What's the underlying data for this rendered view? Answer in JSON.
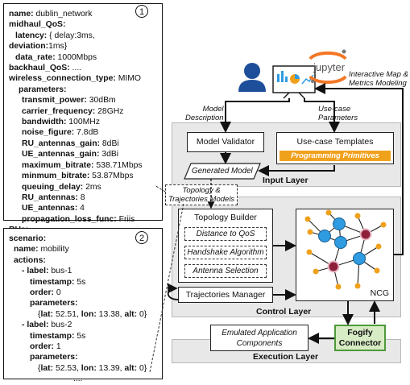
{
  "config1": {
    "badge": "1",
    "lines": [
      {
        "k": "name:",
        "v": " dublin_network",
        "indent": 0
      },
      {
        "k": "midhaul_QoS:",
        "v": "",
        "indent": 0
      },
      {
        "k": "latency:",
        "v": " { delay:3ms,",
        "indent": 8
      },
      {
        "k": "deviation:",
        "v": "1ms}",
        "indent": 0
      },
      {
        "k": "data_rate:",
        "v": " 1000Mbps",
        "indent": 8
      },
      {
        "k": "backhaul_QoS:",
        "v": " ....",
        "indent": 0
      },
      {
        "k": "wireless_connection_type:",
        "v": " MIMO",
        "indent": 0
      },
      {
        "k": "parameters:",
        "v": "",
        "indent": 12
      },
      {
        "k": "transmit_power:",
        "v": " 30dBm",
        "indent": 16
      },
      {
        "k": "carrier_frequency:",
        "v": " 28GHz",
        "indent": 16
      },
      {
        "k": "bandwidth:",
        "v": " 100MHz",
        "indent": 16
      },
      {
        "k": "noise_figure:",
        "v": " 7.8dB",
        "indent": 16
      },
      {
        "k": "RU_antennas_gain:",
        "v": " 8dBi",
        "indent": 16
      },
      {
        "k": "UE_antennas_gain:",
        "v": " 3dBi",
        "indent": 16
      },
      {
        "k": "maximum_bitrate:",
        "v": " 538.71Mbps",
        "indent": 16
      },
      {
        "k": "minmum_bitrate:",
        "v": " 53.87Mbps",
        "indent": 16
      },
      {
        "k": "queuing_delay:",
        "v": " 2ms",
        "indent": 16
      },
      {
        "k": "RU_antennas:",
        "v": " 8",
        "indent": 16
      },
      {
        "k": "UE_antennas:",
        "v": " 4",
        "indent": 16
      },
      {
        "k": "propagation_loss_func:",
        "v": " Friis",
        "indent": 16
      },
      {
        "k": "RUs:",
        "v": " ...",
        "indent": 0
      }
    ]
  },
  "config2": {
    "badge": "2",
    "lines": [
      {
        "k": "scenario:",
        "v": "",
        "indent": 0
      },
      {
        "k": "name:",
        "v": " mobility",
        "indent": 6
      },
      {
        "k": "actions:",
        "v": "",
        "indent": 6
      },
      {
        "k": "- label:",
        "v": " bus-1",
        "indent": 16
      },
      {
        "k": "timestamp:",
        "v": " 5s",
        "indent": 26
      },
      {
        "k": "order:",
        "v": " 0",
        "indent": 26
      },
      {
        "k": "parameters:",
        "v": "",
        "indent": 26
      },
      {
        "k": "",
        "v": "{lat: 52.51, lon: 13.38, alt: 0}",
        "indent": 36,
        "mixed": true
      },
      {
        "k": "- label:",
        "v": " bus-2",
        "indent": 16
      },
      {
        "k": "timestamp:",
        "v": " 5s",
        "indent": 26
      },
      {
        "k": "order:",
        "v": " 1",
        "indent": 26
      },
      {
        "k": "parameters:",
        "v": "",
        "indent": 26
      },
      {
        "k": "",
        "v": "{lat: 52.53, lon: 13.39, alt: 0}",
        "indent": 36,
        "mixed": true
      },
      {
        "k": "",
        "v": "....",
        "indent": 80
      }
    ]
  },
  "diagram": {
    "jupyter_label": "jupyter",
    "interactive_label_1": "Interactive Map &",
    "interactive_label_2": "Metrics Modeling",
    "model_description_1": "Model",
    "model_description_2": "Description",
    "usecase_params_1": "Use-case",
    "usecase_params_2": "Parameters",
    "input_layer": "Input Layer",
    "model_validator": "Model Validator",
    "usecase_templates": "Use-case Templates",
    "programming_primitives": "Programming Primitives",
    "generated_model": "Generated Model",
    "topology_traj_1": "Topology &",
    "topology_traj_2": "Trajectories Models",
    "topology_builder": "Topology Builder",
    "distance_qos": "Distance to QoS",
    "handshake": "Handshake Algorithm",
    "antenna_selection": "Antenna Selection",
    "trajectories_manager": "Trajectories Manager",
    "ncg": "NCG",
    "control_layer": "Control Layer",
    "emulated_1": "Emulated Application",
    "emulated_2": "Components",
    "fogify_1": "Fogify",
    "fogify_2": "Connector",
    "execution_layer": "Execution Layer"
  },
  "colors": {
    "primitives_bg": "#f0a11c",
    "fogify_bg": "#d7ebc4",
    "fogify_border": "#4d9a3a",
    "node_blue": "#2f9be0",
    "node_orange": "#f0a11c",
    "node_special": "#8e1f3a",
    "person": "#1d4e9a"
  }
}
